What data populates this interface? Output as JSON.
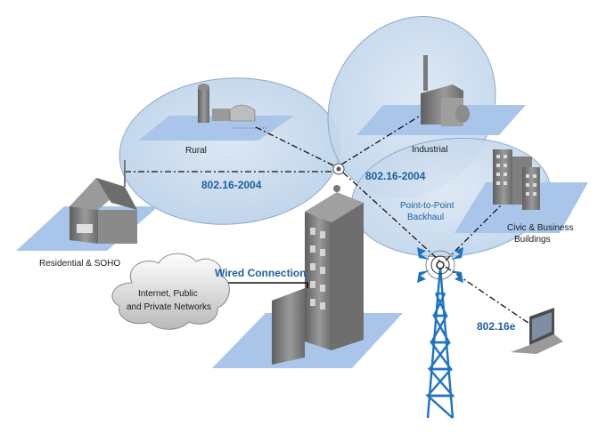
{
  "labels": {
    "rural": "Rural",
    "industrial": "Industrial",
    "residential": "Residential & SOHO",
    "civic_line1": "Civic & Business",
    "civic_line2": "Buildings",
    "link_left": "802.16-2004",
    "link_right": "802.16-2004",
    "backhaul_line1": "Point-to-Point",
    "backhaul_line2": "Backhaul",
    "wired": "Wired Connection",
    "cloud_line1": "Internet, Public",
    "cloud_line2": "and Private Networks",
    "mobile": "802.16e"
  },
  "colors": {
    "coverage": "#c9dbee",
    "ground": "#a9c6ea",
    "accent": "#1f5fa0",
    "tower": "#1f73c4",
    "building": "#7d7d7d"
  }
}
